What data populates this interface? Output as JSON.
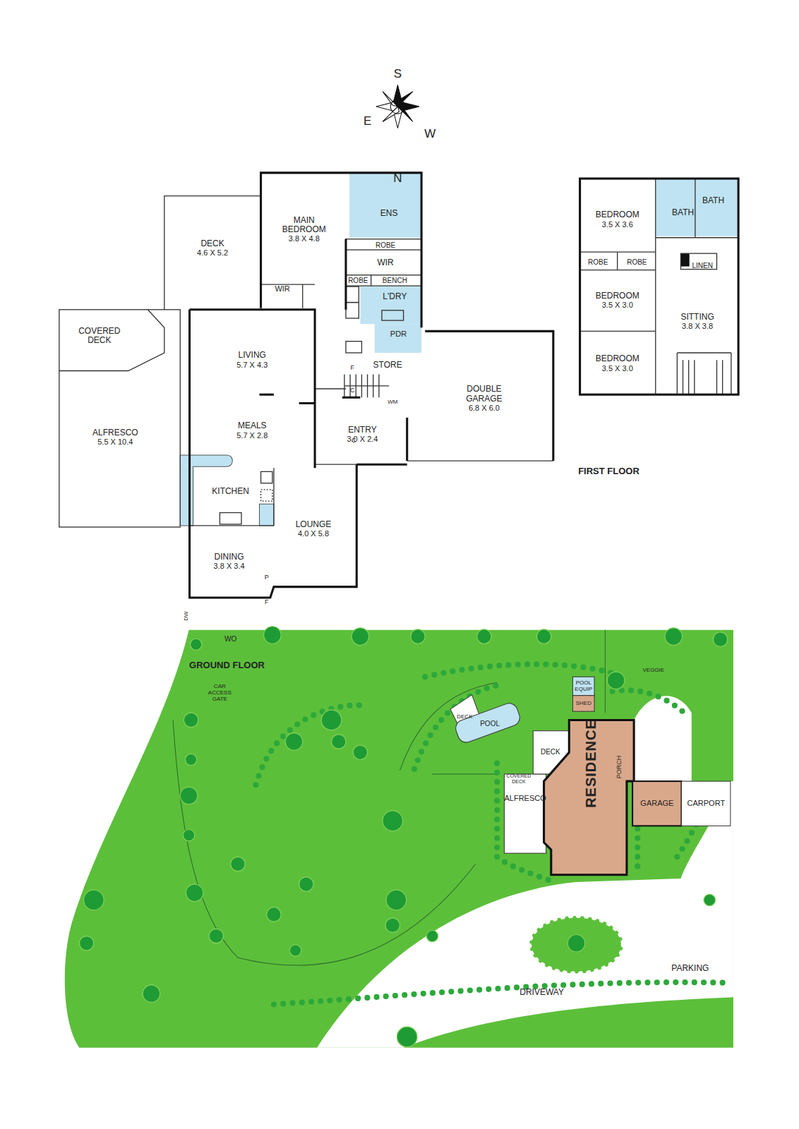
{
  "diagram": {
    "nodes": [
      {
        "text": [
          "DECK",
          "4.6 X 5.2"
        ]
      },
      {
        "text": [
          "MAIN BEDROOM",
          "3.8 X 4.8"
        ]
      },
      {
        "text": [
          "ENS"
        ]
      },
      {
        "text": [
          "ROBE"
        ]
      },
      {
        "text": [
          "WIR"
        ]
      },
      {
        "text": [
          "WIR"
        ]
      },
      {
        "text": [
          "ROBE"
        ]
      },
      {
        "text": [
          "BENCH"
        ]
      },
      {
        "text": [
          "L'DRY"
        ]
      },
      {
        "text": [
          "PDR"
        ]
      },
      {
        "text": [
          "STORE"
        ]
      },
      {
        "text": [
          "COVERED DECK"
        ]
      },
      {
        "text": [
          "ALFRESCO",
          "5.5 X 10.4"
        ]
      },
      {
        "text": [
          "LIVING",
          "5.7 X 4.3"
        ]
      },
      {
        "text": [
          "MEALS",
          "5.7 X 2.8"
        ]
      },
      {
        "text": [
          "KITCHEN"
        ]
      },
      {
        "text": [
          "ENTRY",
          "3.0 X 2.4"
        ]
      },
      {
        "text": [
          "DOUBLE GARAGE",
          "6.8 X 6.0"
        ]
      },
      {
        "text": [
          "LOUNGE",
          "4.0 X 5.8"
        ]
      },
      {
        "text": [
          "DINING",
          "3.8 X 3.4"
        ]
      },
      {
        "text": [
          "BEDROOM",
          "3.5 X 3.6"
        ]
      },
      {
        "text": [
          "BATH"
        ]
      },
      {
        "text": [
          "BATH"
        ]
      },
      {
        "text": [
          "ROBE"
        ]
      },
      {
        "text": [
          "ROBE"
        ]
      },
      {
        "text": [
          "LINEN"
        ]
      },
      {
        "text": [
          "BEDROOM",
          "3.5 X 3.0"
        ]
      },
      {
        "text": [
          "SITTING",
          "3.8 X 3.8"
        ]
      },
      {
        "text": [
          "BEDROOM",
          "3.5 X 3.0"
        ]
      },
      {
        "text": [
          "CAR ACCESS GATE"
        ]
      },
      {
        "text": [
          "VEGGIE"
        ]
      },
      {
        "text": [
          "POOL EQUIP"
        ]
      },
      {
        "text": [
          "SHED"
        ]
      },
      {
        "text": [
          "DECK"
        ]
      },
      {
        "text": [
          "POOL"
        ]
      },
      {
        "text": [
          "DECK"
        ]
      },
      {
        "text": [
          "COVERED DECK"
        ]
      },
      {
        "text": [
          "ALFRESCO"
        ]
      },
      {
        "text": [
          "RESIDENCE"
        ]
      },
      {
        "text": [
          "GARAGE"
        ]
      },
      {
        "text": [
          "CARPORT"
        ]
      },
      {
        "text": [
          "PORCH"
        ]
      },
      {
        "text": [
          "PARKING"
        ]
      },
      {
        "text": [
          "DRIVEWAY"
        ]
      }
    ],
    "labels": [
      "S",
      "E",
      "W",
      "N",
      "GROUND FLOOR",
      "FIRST FLOOR",
      "F",
      "C",
      "WM",
      "C",
      "P",
      "F",
      "DW",
      "WO"
    ]
  }
}
